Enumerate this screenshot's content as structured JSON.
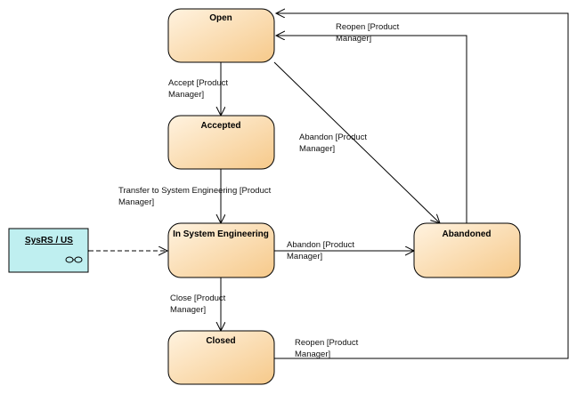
{
  "states": {
    "open": "Open",
    "accepted": "Accepted",
    "in_system_engineering": "In System Engineering",
    "abandoned": "Abandoned",
    "closed": "Closed"
  },
  "requirement": {
    "name": "SysRS / US",
    "icon": "link-icon"
  },
  "transitions": {
    "accept": [
      "Accept [Product",
      "Manager]"
    ],
    "transfer": [
      "Transfer to System Engineering [Product",
      "Manager]"
    ],
    "abandon_from_open": [
      "Abandon [Product",
      "Manager]"
    ],
    "abandon_from_ise": [
      "Abandon [Product",
      "Manager]"
    ],
    "close": [
      "Close [Product",
      "Manager]"
    ],
    "reopen_from_abandoned": [
      "Reopen [Product",
      "Manager]"
    ],
    "reopen_from_closed": [
      "Reopen [Product",
      "Manager]"
    ]
  },
  "colors": {
    "state_fill_top": "#fff3e0",
    "state_fill_bottom": "#f6c98a",
    "state_stroke": "#000000",
    "requirement_fill": "#bfeff0",
    "requirement_stroke": "#000000"
  }
}
